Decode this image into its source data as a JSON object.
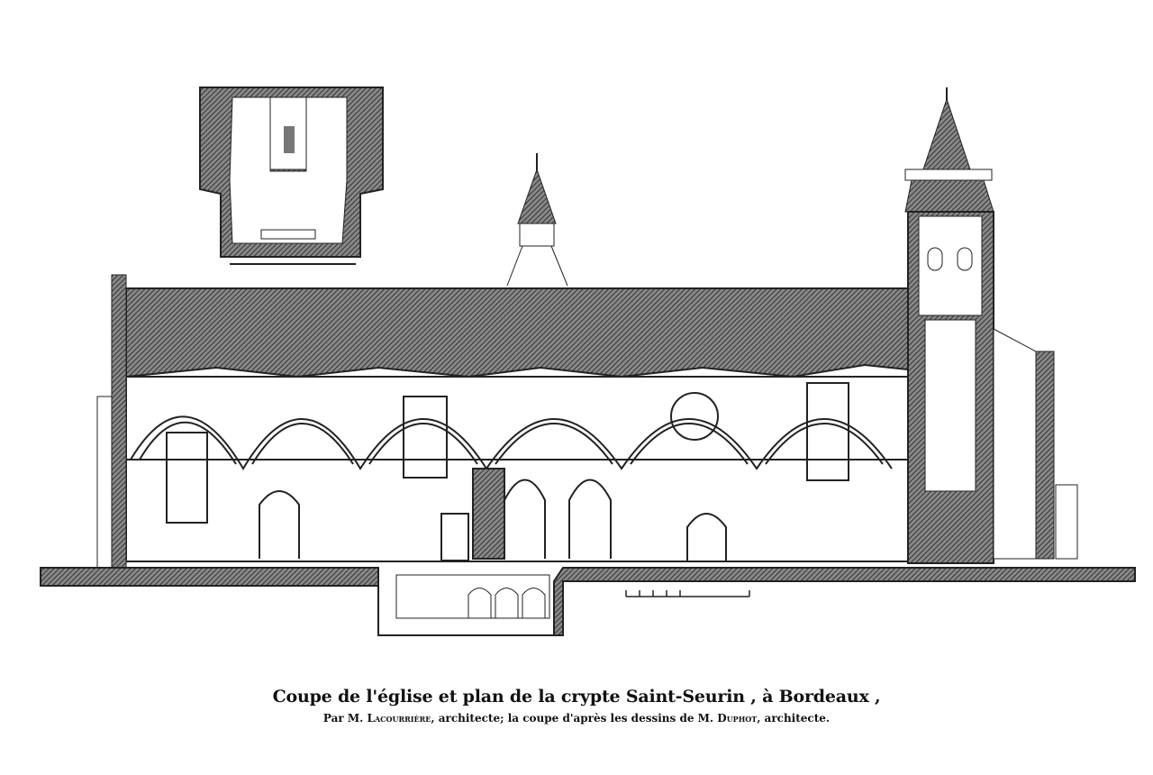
{
  "caption": {
    "title": "Coupe de l'église et plan de la crypte Saint-Seurin , à Bordeaux ,",
    "credit_prefix": "Par M.",
    "architect1": "Lacourrière",
    "credit_middle": ", architecte; la coupe d'après les dessins de M.",
    "architect2": "Duphot",
    "credit_suffix": ", architecte."
  },
  "colors": {
    "ink": "#1a1a1a",
    "hatch": "#555555",
    "paper": "#ffffff"
  }
}
